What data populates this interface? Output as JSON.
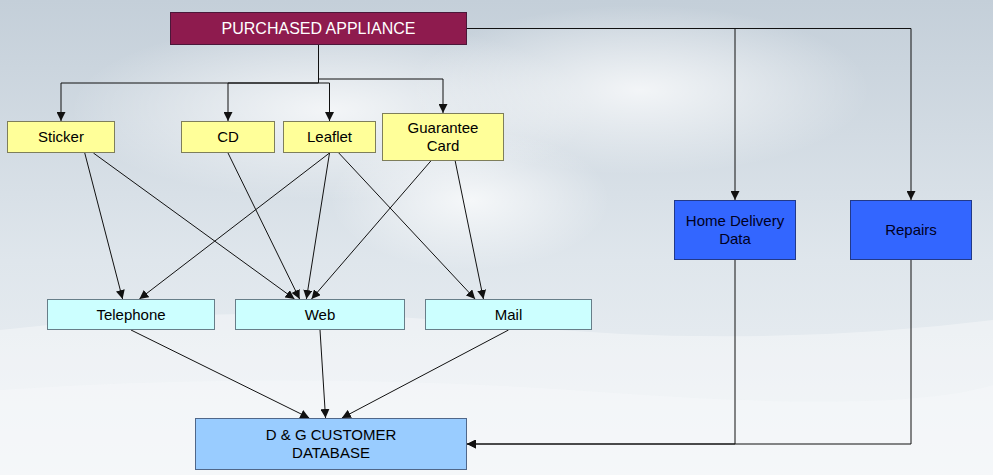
{
  "diagram": {
    "nodes": [
      {
        "text": [
          "PURCHASED APPLIANCE"
        ]
      },
      {
        "text": [
          "Sticker"
        ]
      },
      {
        "text": [
          "CD"
        ]
      },
      {
        "text": [
          "Leaflet"
        ]
      },
      {
        "text": [
          "Guarantee Card"
        ]
      },
      {
        "text": [
          "Home Delivery Data"
        ]
      },
      {
        "text": [
          "Repairs"
        ]
      },
      {
        "text": [
          "Telephone"
        ]
      },
      {
        "text": [
          "Web"
        ]
      },
      {
        "text": [
          "Mail"
        ]
      },
      {
        "text": [
          "D & G CUSTOMER DATABASE"
        ]
      }
    ],
    "edges": [
      {
        "from": 0,
        "to": 1,
        "arrow": "to"
      },
      {
        "from": 0,
        "to": 2,
        "arrow": "to"
      },
      {
        "from": 0,
        "to": 3,
        "arrow": "to"
      },
      {
        "from": 0,
        "to": 4,
        "arrow": "to"
      },
      {
        "from": 0,
        "to": 5,
        "arrow": "to"
      },
      {
        "from": 0,
        "to": 6,
        "arrow": "to"
      },
      {
        "from": 1,
        "to": 7,
        "arrow": "to"
      },
      {
        "from": 1,
        "to": 8,
        "arrow": "to"
      },
      {
        "from": 2,
        "to": 8,
        "arrow": "to"
      },
      {
        "from": 3,
        "to": 7,
        "arrow": "to"
      },
      {
        "from": 3,
        "to": 8,
        "arrow": "to"
      },
      {
        "from": 3,
        "to": 9,
        "arrow": "to"
      },
      {
        "from": 4,
        "to": 8,
        "arrow": "to"
      },
      {
        "from": 4,
        "to": 9,
        "arrow": "to"
      },
      {
        "from": 7,
        "to": 10,
        "arrow": "to"
      },
      {
        "from": 8,
        "to": 10,
        "arrow": "to"
      },
      {
        "from": 9,
        "to": 10,
        "arrow": "to"
      },
      {
        "from": 5,
        "to": 10,
        "arrow": "to"
      },
      {
        "from": 6,
        "to": 10,
        "arrow": "to"
      }
    ]
  }
}
